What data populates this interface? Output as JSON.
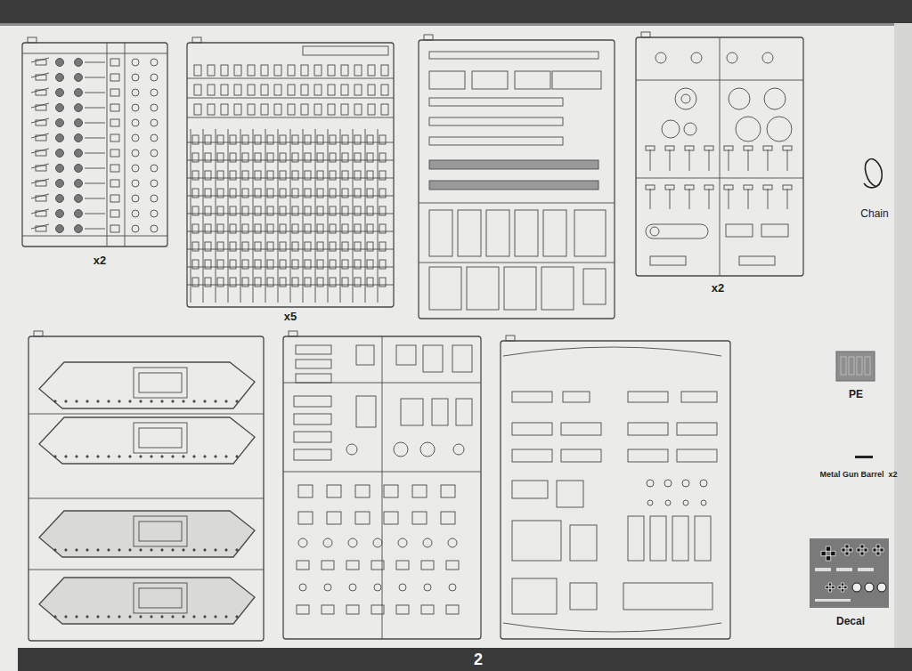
{
  "diagram": {
    "labels": [
      "x2",
      "x5",
      "x2",
      "Chain",
      "PE",
      "Metal Gun Barrel  x2",
      "Decal",
      "2"
    ]
  }
}
